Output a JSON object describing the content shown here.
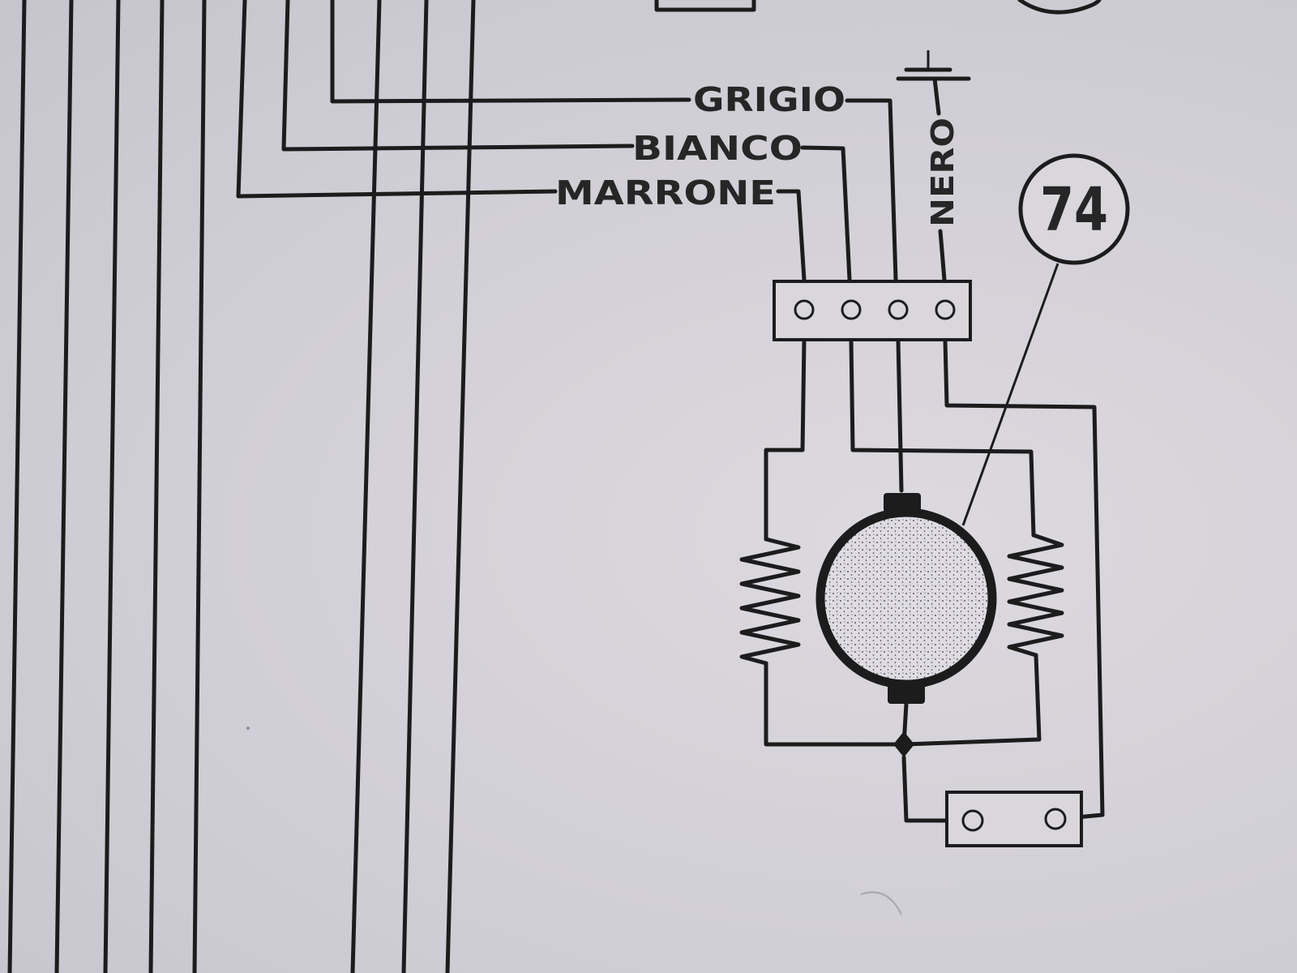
{
  "labels": {
    "grigio": "GRIGIO",
    "bianco": "BIANCO",
    "marrone": "MARRONE",
    "nero": "NERO"
  },
  "callout": "74",
  "colors": {
    "ink": "#1c1c1c",
    "paper": "#d6d4da"
  }
}
